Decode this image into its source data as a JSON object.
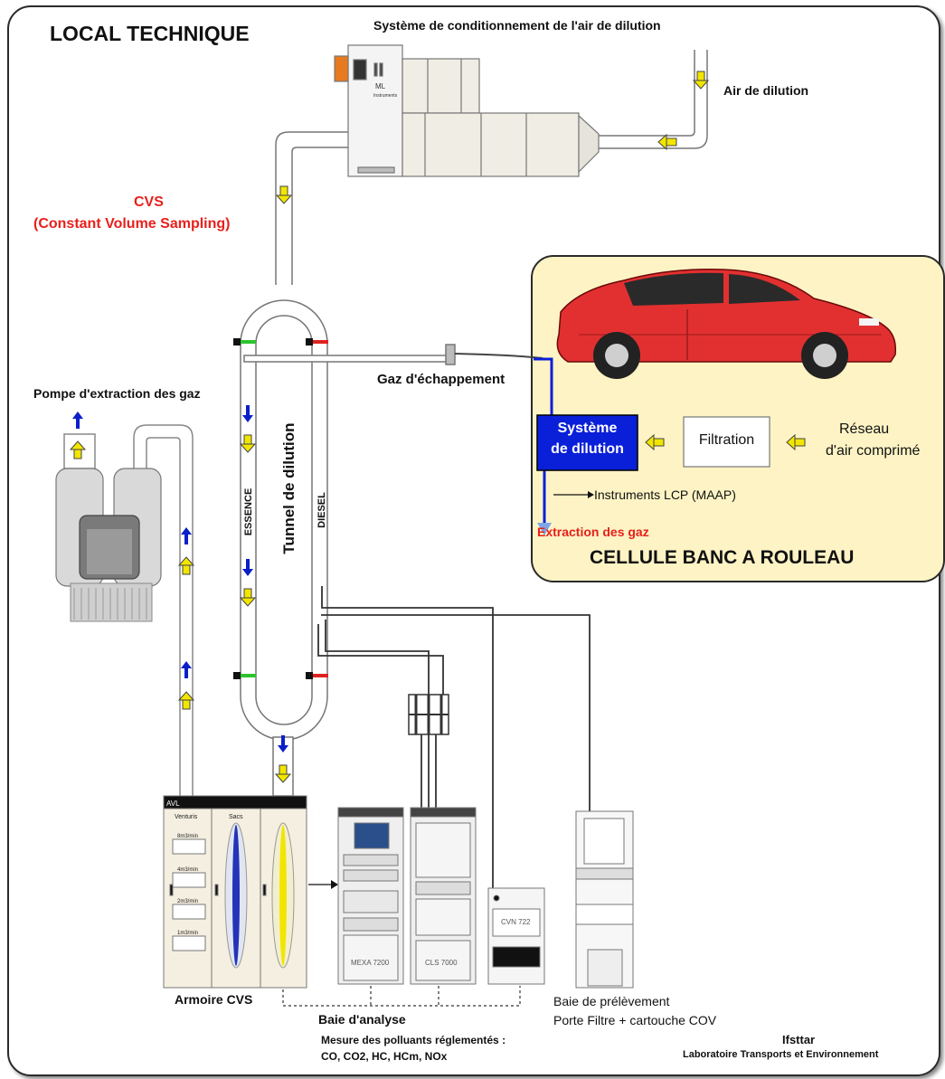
{
  "labels": {
    "local_technique": "LOCAL TECHNIQUE",
    "conditioning_system": "Système de conditionnement de l'air de dilution",
    "dilution_air": "Air de dilution",
    "cvs": "CVS",
    "cvs_full": "(Constant Volume Sampling)",
    "exhaust_gas": "Gaz d'échappement",
    "extraction_pump": "Pompe d'extraction des gaz",
    "dilution_tunnel": "Tunnel de dilution",
    "essence": "ESSENCE",
    "diesel": "DIESEL",
    "dilution_system_line1": "Système",
    "dilution_system_line2": "de dilution",
    "filtration": "Filtration",
    "compressed_air_line1": "Réseau",
    "compressed_air_line2": "d'air comprimé",
    "lcp_instruments": "Instruments LCP (MAAP)",
    "gas_extraction": "Extraction des gaz",
    "roller_bench_cell": "CELLULE BANC A ROULEAU",
    "cvs_cabinet": "Armoire CVS",
    "analysis_rack": "Baie d'analyse",
    "regulated_pollutants": "Mesure des polluants réglementés :",
    "pollutant_list": "CO, CO2, HC, HCm, NOx",
    "sampling_rack": "Baie de prélèvement",
    "filter_holder": "Porte Filtre + cartouche COV",
    "ifsttar": "Ifsttar",
    "lab_name": "Laboratoire Transports et Environnement"
  },
  "equipment": {
    "ml_brand": "ML",
    "ml_sub": "Instruments",
    "avl": "AVL",
    "venturis": "Venturis",
    "sacs": "Sacs",
    "flow_rates": [
      "8m3/min",
      "4m3/min",
      "2m3/min",
      "1m3/min"
    ],
    "mexa": "MEXA 7200",
    "cls": "CLS 7000",
    "cvn": "CVN 722"
  },
  "colors": {
    "title_red": "#e8201c",
    "cell_bg": "#fdf3c4",
    "dilution_blue": "#0a1fd8",
    "arrow_yellow": "#f2e600",
    "arrow_blue": "#0b1fc8",
    "car_red": "#e23030"
  }
}
